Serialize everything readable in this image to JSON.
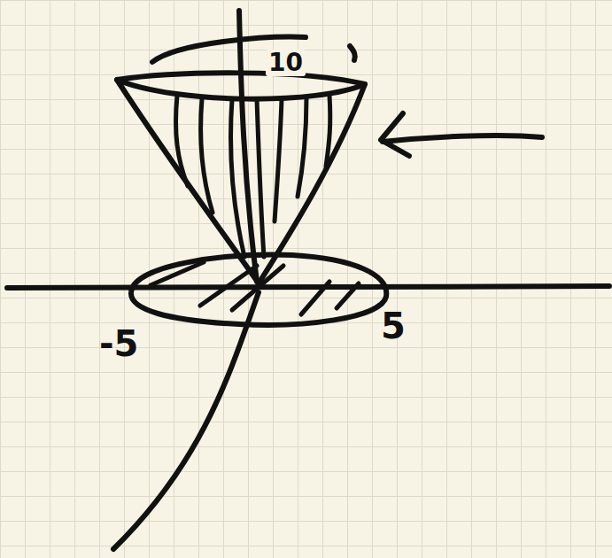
{
  "diagram": {
    "labels": [
      "-5",
      "5",
      "10"
    ]
  }
}
